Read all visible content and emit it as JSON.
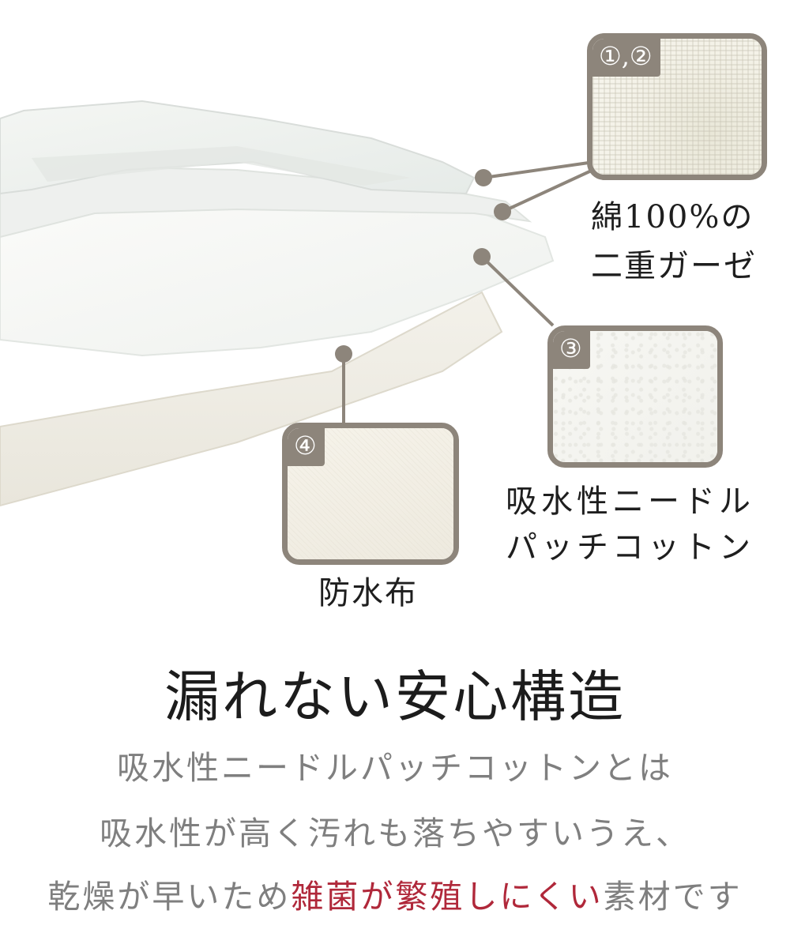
{
  "colors": {
    "accent_gray": "#8d857b",
    "highlight_red": "#b0283a",
    "description_gray": "#7f7f7f",
    "heading_dark": "#1c1c1c"
  },
  "layers": [
    {
      "badge": "①,②",
      "caption_lines": [
        "綿100%の",
        "二重ガーゼ"
      ],
      "texture": "gauze-knit"
    },
    {
      "badge": "③",
      "caption_lines": [
        "吸水性ニードル",
        "パッチコットン"
      ],
      "texture": "needle-punch-cotton"
    },
    {
      "badge": "④",
      "caption_lines": [
        "防水布"
      ],
      "texture": "waterproof-fabric"
    }
  ],
  "heading": "漏れない安心構造",
  "description": {
    "line1": "吸水性ニードルパッチコットンとは",
    "line2": "吸水性が高く汚れも落ちやすいうえ、",
    "line3_before": "乾燥が早いため",
    "line3_highlight": "雑菌が繁殖しにくい",
    "line3_after": "素材です"
  }
}
